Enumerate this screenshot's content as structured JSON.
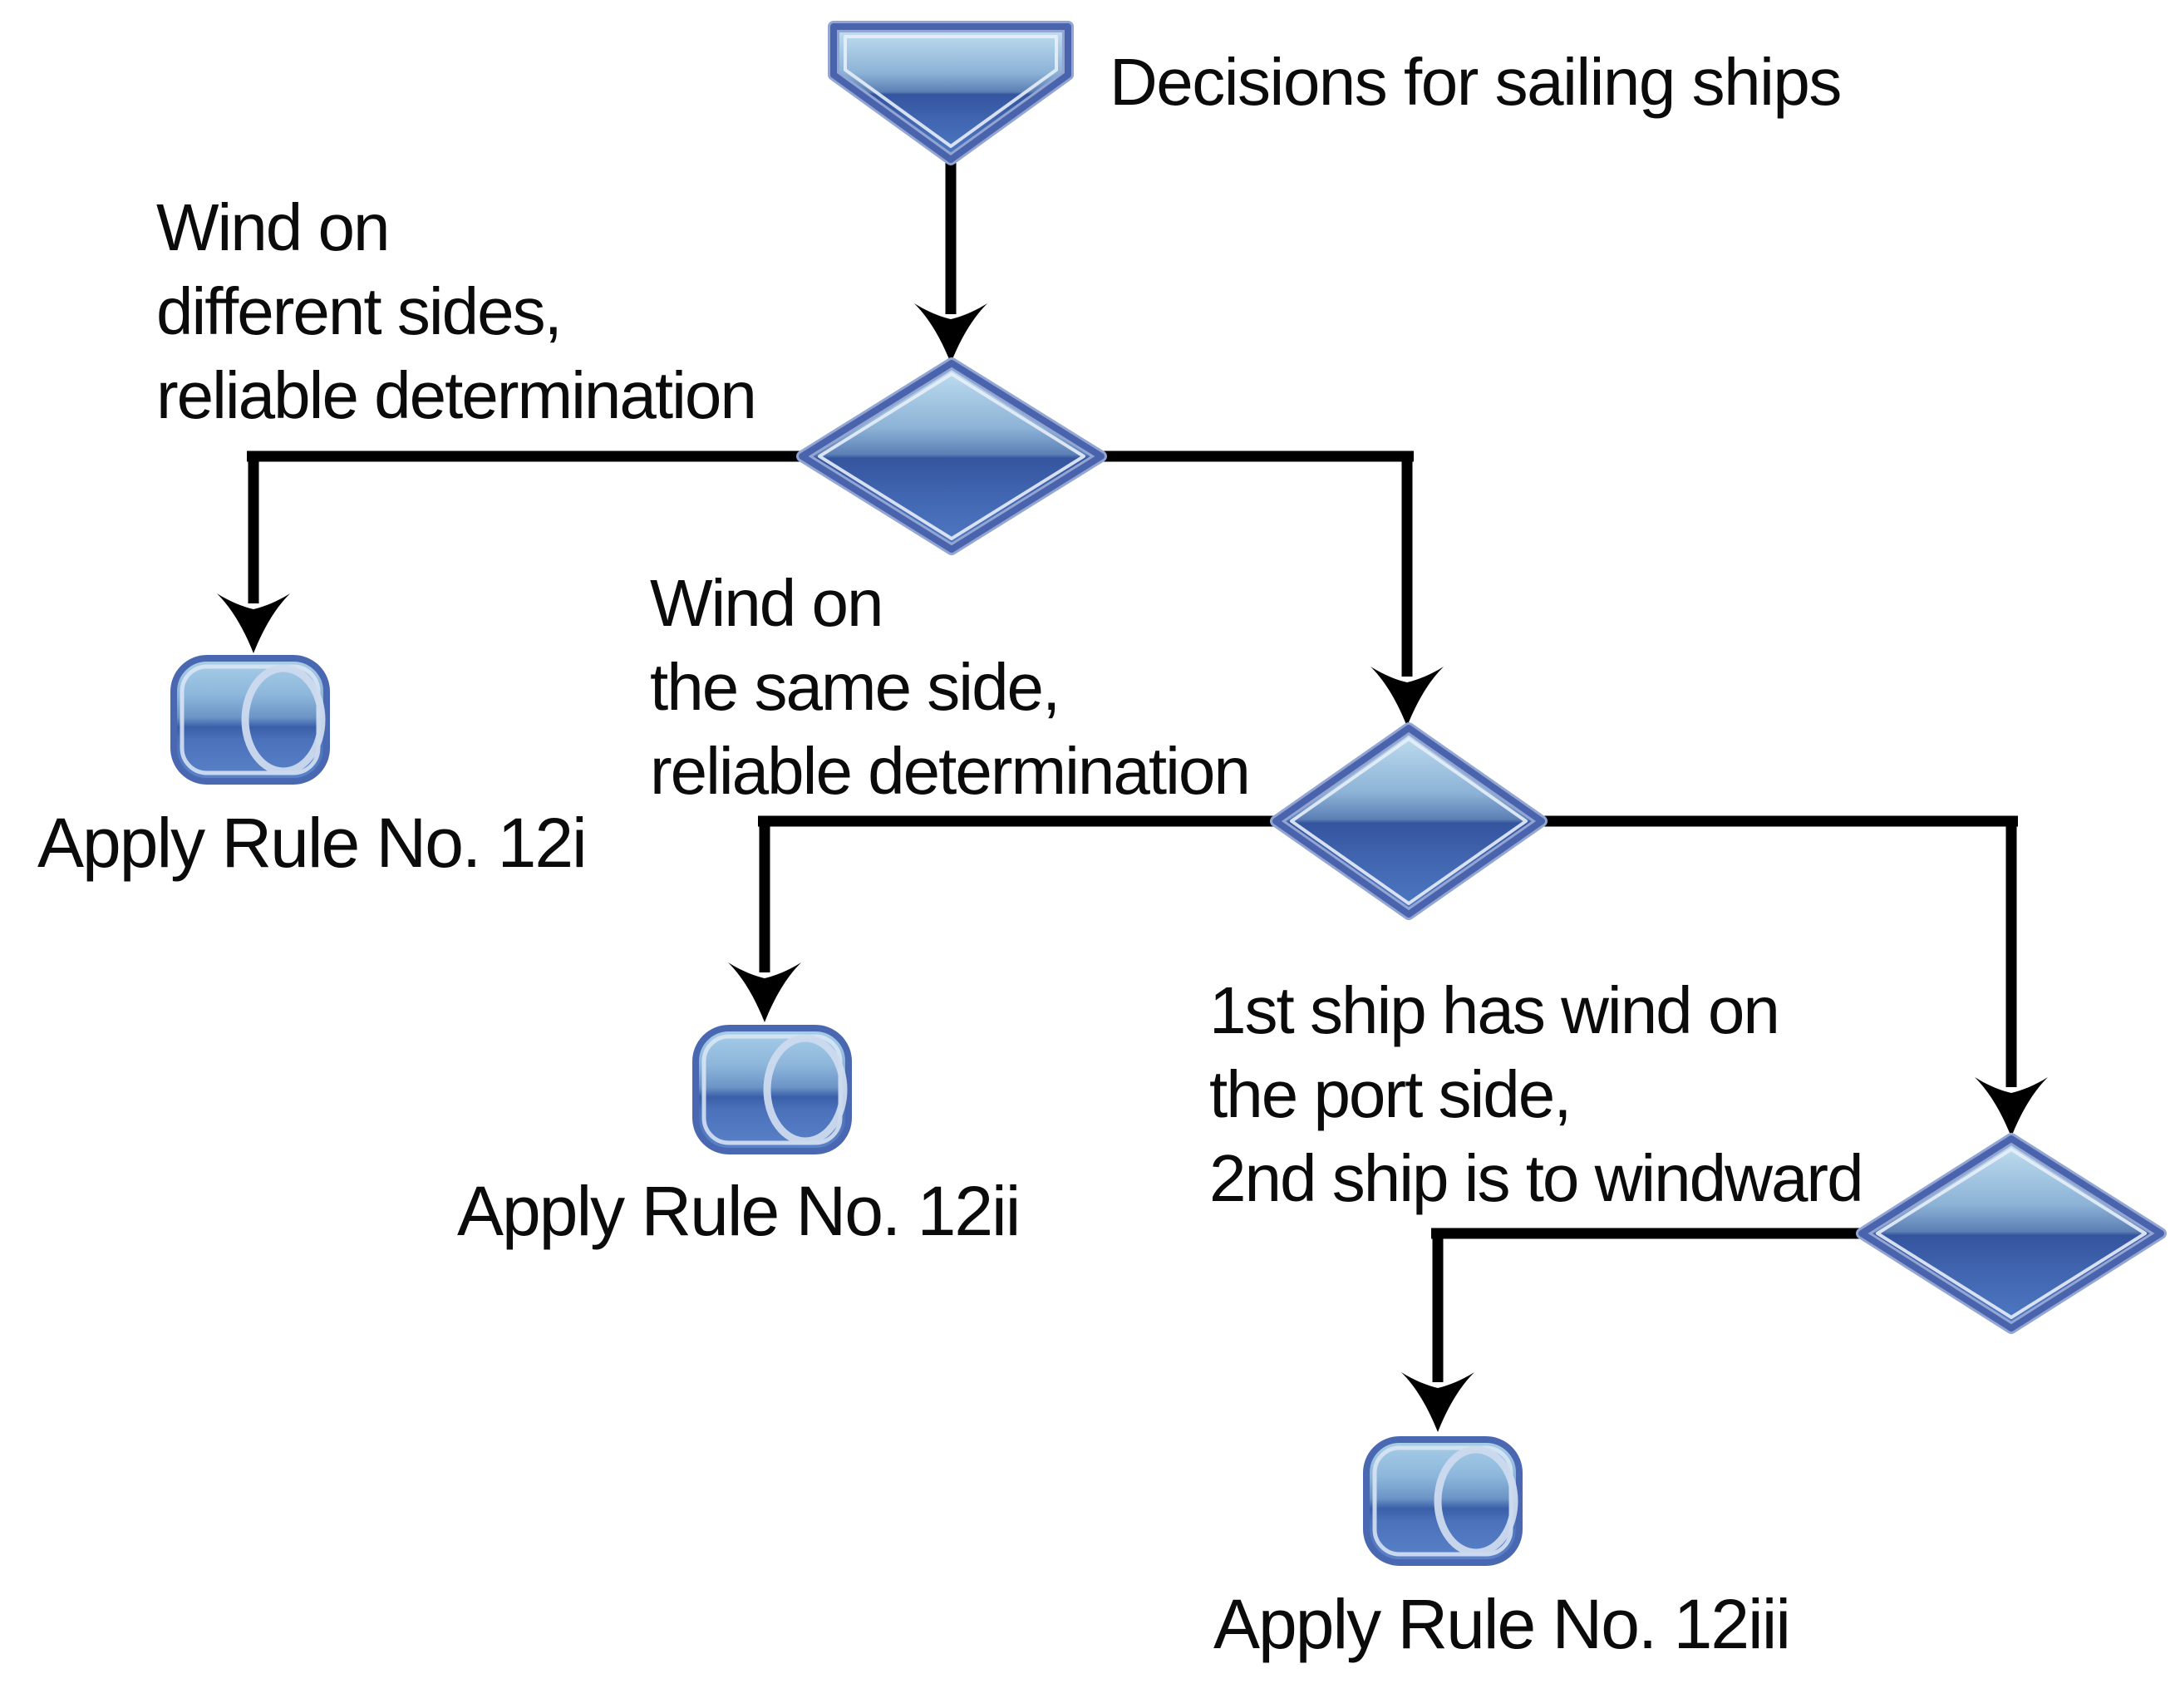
{
  "title": "Decisions for sailing ships",
  "branch_labels": {
    "branch1": {
      "line1": "Wind on",
      "line2": "different sides,",
      "line3": "reliable determination"
    },
    "branch2": {
      "line1": "Wind on",
      "line2": "the same side,",
      "line3": "reliable determination"
    },
    "branch3": {
      "line1": "1st ship has wind on",
      "line2": "the port side,",
      "line3": "2nd ship is to windward"
    }
  },
  "results": {
    "rule1": "Apply Rule No. 12i",
    "rule2": "Apply Rule No. 12ii",
    "rule3": "Apply Rule No. 12iii"
  },
  "icons": {
    "start": "merge-funnel-icon",
    "decision": "decision-diamond-icon",
    "result": "database-cylinder-icon",
    "arrow": "arrowhead-down-icon"
  },
  "colors": {
    "shape_border": "#4a63ad",
    "shape_outer_halo": "#93a5d3",
    "shape_inner_highlight": "#e8eef8",
    "shape_gradient_top": "#c4e2f2",
    "shape_gradient_mid": "#7fa6cd",
    "shape_gradient_horizon": "#34549e",
    "shape_gradient_bottom": "#4f7ac4",
    "connector": "#000000",
    "text": "#0b0b0b",
    "background": "#ffffff"
  }
}
